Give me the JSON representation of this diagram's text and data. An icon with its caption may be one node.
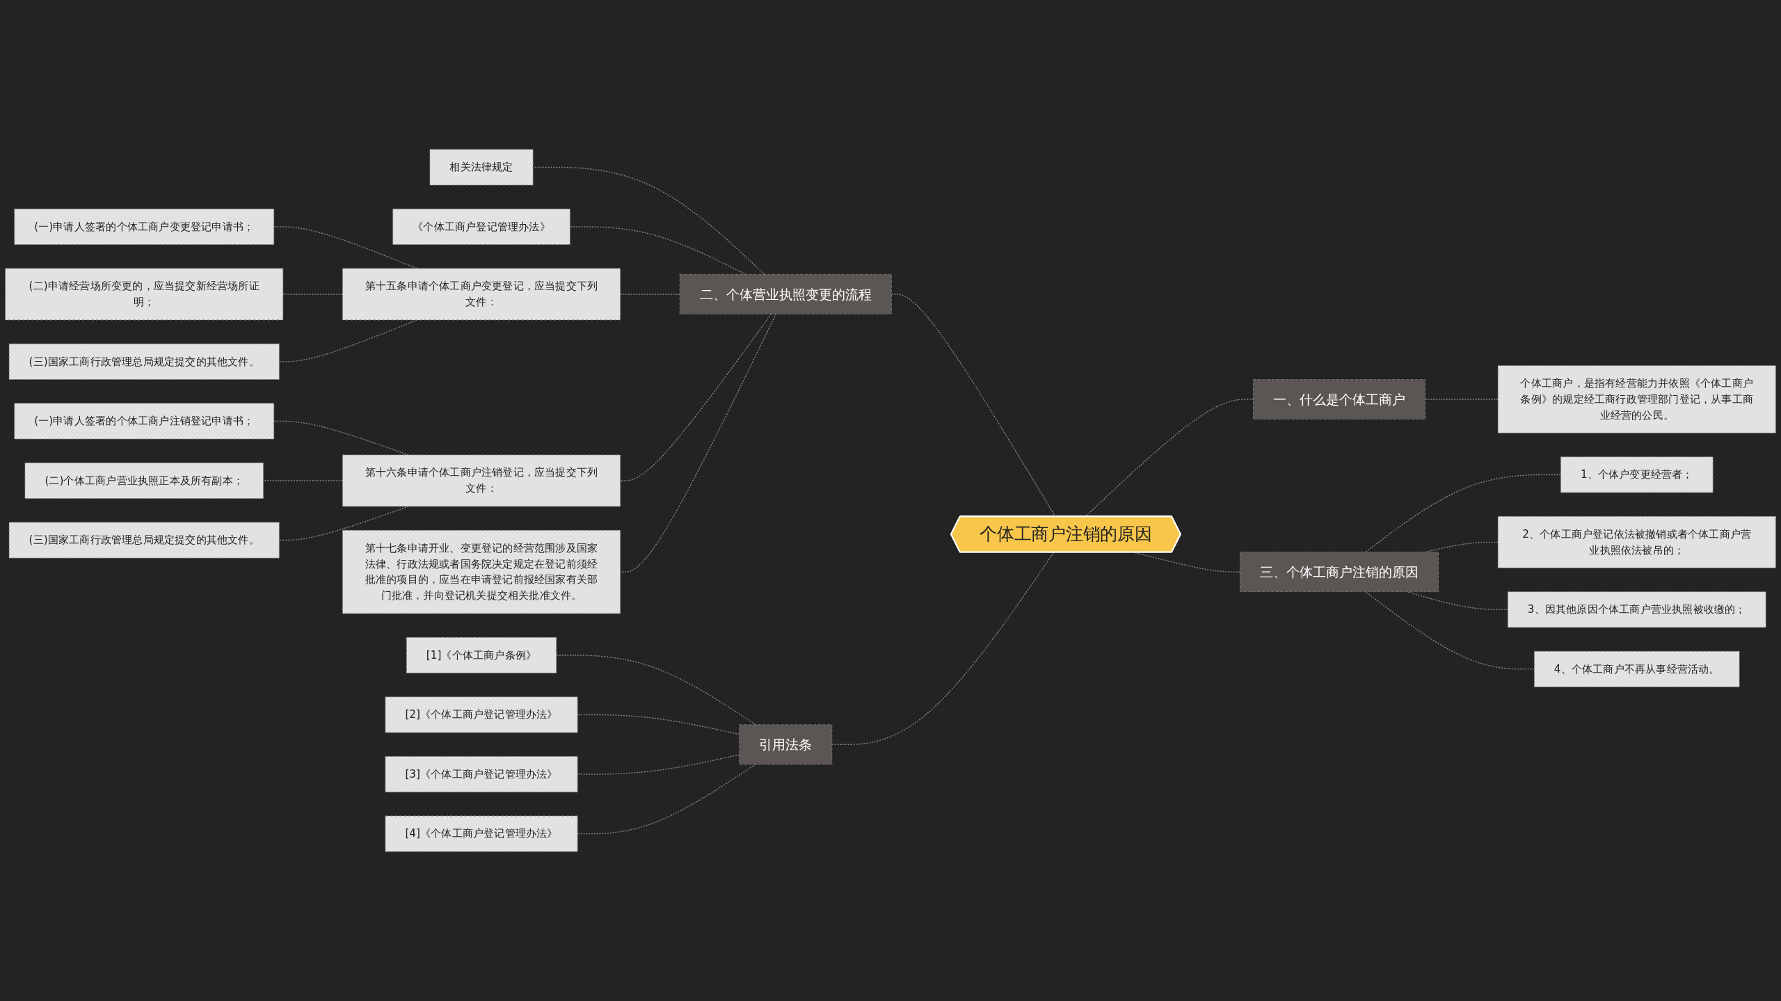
{
  "diagram": {
    "nodes": [
      {
        "text": [
          "个体工商户注销的原因"
        ]
      },
      {
        "text": [
          "一、什么是个体工商户"
        ]
      },
      {
        "text": [
          "个体工商户，是指有经营能力并依照《个体工商户条例》的规定经工商行政管理部门登记，从事工商业经营的公民。"
        ]
      },
      {
        "text": [
          "三、个体工商户注销的原因"
        ]
      },
      {
        "text": [
          "1、个体户变更经营者；"
        ]
      },
      {
        "text": [
          "2、个体工商户登记依法被撤销或者个体工商户营业执照依法被吊的；"
        ]
      },
      {
        "text": [
          "3、因其他原因个体工商户营业执照被收缴的；"
        ]
      },
      {
        "text": [
          "4、个体工商户不再从事经营活动。"
        ]
      },
      {
        "text": [
          "二、个体营业执照变更的流程"
        ]
      },
      {
        "text": [
          "相关法律规定"
        ]
      },
      {
        "text": [
          "《个体工商户登记管理办法》"
        ]
      },
      {
        "text": [
          "第十五条申请个体工商户变更登记，应当提交下列文件："
        ]
      },
      {
        "text": [
          "(一)申请人签署的个体工商户变更登记申请书；"
        ]
      },
      {
        "text": [
          "(二)申请经营场所变更的，应当提交新经营场所证明；"
        ]
      },
      {
        "text": [
          "(三)国家工商行政管理总局规定提交的其他文件。"
        ]
      },
      {
        "text": [
          "第十六条申请个体工商户注销登记，应当提交下列文件："
        ]
      },
      {
        "text": [
          "(一)申请人签署的个体工商户注销登记申请书；"
        ]
      },
      {
        "text": [
          "(二)个体工商户营业执照正本及所有副本；"
        ]
      },
      {
        "text": [
          "(三)国家工商行政管理总局规定提交的其他文件。"
        ]
      },
      {
        "text": [
          "第十七条申请开业、变更登记的经营范围涉及国家法律、行政法规或者国务院决定规定在登记前须经批准的项目的，应当在申请登记前报经国家有关部门批准，并向登记机关提交相关批准文件。"
        ]
      },
      {
        "text": [
          "引用法条"
        ]
      },
      {
        "text": [
          "[1]《个体工商户条例》"
        ]
      },
      {
        "text": [
          "[2]《个体工商户登记管理办法》"
        ]
      },
      {
        "text": [
          "[3]《个体工商户登记管理办法》"
        ]
      },
      {
        "text": [
          "[4]《个体工商户登记管理办法》"
        ]
      }
    ],
    "edges": [
      {
        "from": 0,
        "to": 1,
        "arrow": "none",
        "style": "dashed"
      },
      {
        "from": 1,
        "to": 2,
        "arrow": "none",
        "style": "dashed"
      },
      {
        "from": 0,
        "to": 3,
        "arrow": "none",
        "style": "dashed"
      },
      {
        "from": 3,
        "to": 4,
        "arrow": "none",
        "style": "dashed"
      },
      {
        "from": 3,
        "to": 5,
        "arrow": "none",
        "style": "dashed"
      },
      {
        "from": 3,
        "to": 6,
        "arrow": "none",
        "style": "dashed"
      },
      {
        "from": 3,
        "to": 7,
        "arrow": "none",
        "style": "dashed"
      },
      {
        "from": 0,
        "to": 8,
        "arrow": "none",
        "style": "dashed"
      },
      {
        "from": 8,
        "to": 9,
        "arrow": "none",
        "style": "dashed"
      },
      {
        "from": 8,
        "to": 10,
        "arrow": "none",
        "style": "dashed"
      },
      {
        "from": 8,
        "to": 11,
        "arrow": "none",
        "style": "dashed"
      },
      {
        "from": 11,
        "to": 12,
        "arrow": "none",
        "style": "dashed"
      },
      {
        "from": 11,
        "to": 13,
        "arrow": "none",
        "style": "dashed"
      },
      {
        "from": 11,
        "to": 14,
        "arrow": "none",
        "style": "dashed"
      },
      {
        "from": 8,
        "to": 15,
        "arrow": "none",
        "style": "dashed"
      },
      {
        "from": 15,
        "to": 16,
        "arrow": "none",
        "style": "dashed"
      },
      {
        "from": 15,
        "to": 17,
        "arrow": "none",
        "style": "dashed"
      },
      {
        "from": 15,
        "to": 18,
        "arrow": "none",
        "style": "dashed"
      },
      {
        "from": 8,
        "to": 19,
        "arrow": "none",
        "style": "dashed"
      },
      {
        "from": 0,
        "to": 20,
        "arrow": "none",
        "style": "dashed"
      },
      {
        "from": 20,
        "to": 21,
        "arrow": "none",
        "style": "dashed"
      },
      {
        "from": 20,
        "to": 22,
        "arrow": "none",
        "style": "dashed"
      },
      {
        "from": 20,
        "to": 23,
        "arrow": "none",
        "style": "dashed"
      },
      {
        "from": 20,
        "to": 24,
        "arrow": "none",
        "style": "dashed"
      }
    ]
  }
}
